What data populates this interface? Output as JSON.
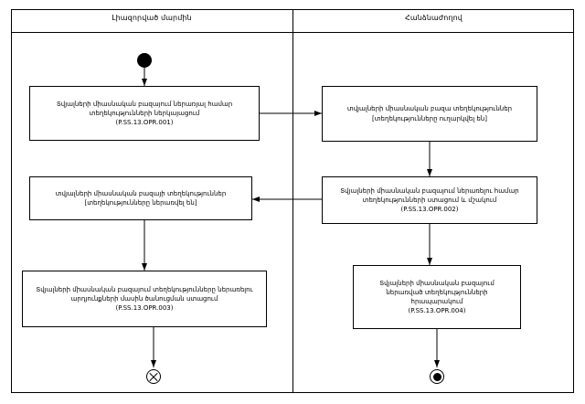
{
  "diagram": {
    "lanes": [
      {
        "id": "lane-left",
        "title": "Լիազորված մարմին"
      },
      {
        "id": "lane-right",
        "title": "Հանձնաժողով"
      }
    ],
    "nodes": [
      {
        "id": "start",
        "type": "initial-node",
        "label": ""
      },
      {
        "id": "activity-001",
        "type": "activity",
        "label": "Տվյալների միասնական բազայում ներառյալ համար\nտեղեկությունների ներկայացում\n(P.SS.13.OPR.001)"
      },
      {
        "id": "activity-recv",
        "type": "activity",
        "label": "տվյալների միասնական բազա տեղեկություններ\n[տեղեկությունները ուղարկվել են]"
      },
      {
        "id": "activity-002",
        "type": "activity",
        "label": "Տվյալների միասնական բազայում ներառելու համար\nտեղեկությունների ստացում և մշակում\n(P.SS.13.OPR.002)"
      },
      {
        "id": "activity-sent",
        "type": "activity",
        "label": "տվյալների միասնական բազայի տեղեկություններ\n[տեղեկությունները ներառվել են]"
      },
      {
        "id": "activity-003",
        "type": "activity",
        "label": "Տվյալների միասնական բազայում տեղեկությունները ներառելու\nարդյունքների մասին ծանուցման ստացում\n(P.SS.13.OPR.003)"
      },
      {
        "id": "activity-004",
        "type": "activity",
        "label": "Տվյալների միասնական բազայում\nներառված տեղեկությունների\nհրապարակում\n(P.SS.13.OPR.004)"
      },
      {
        "id": "flow-final",
        "type": "flow-final-node",
        "label": ""
      },
      {
        "id": "end",
        "type": "final-node",
        "label": ""
      }
    ],
    "colors": {
      "stroke": "#000000",
      "background": "#ffffff",
      "node_fill": "#ffffff"
    }
  }
}
